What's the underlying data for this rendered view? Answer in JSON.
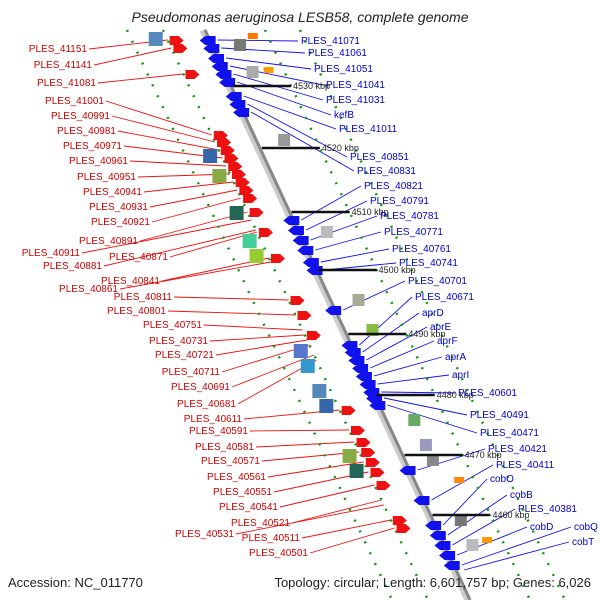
{
  "title": "Pseudomonas aeruginosa LESB58, complete genome",
  "footer": {
    "accession": "Accession: NC_011770",
    "summary": "Topology: circular; Length: 6,601,757 bp; Genes: 6,026"
  },
  "colors": {
    "forward": "#ee1111",
    "reverse": "#1111ee",
    "backbone": "#888888",
    "dots": "#119911",
    "label_left": "#cc0000",
    "label_right": "#0000cc"
  },
  "ticks": [
    "4530 kbp",
    "4520 kbp",
    "4510 kbp",
    "4500 kbp",
    "4490 kbp",
    "4480 kbp",
    "4470 kbp",
    "4460 kbp"
  ],
  "left_labels": [
    "PLES_41151",
    "PLES_41141",
    "PLES_41081",
    "PLES_41001",
    "PLES_40991",
    "PLES_40981",
    "PLES_40971",
    "PLES_40961",
    "PLES_40951",
    "PLES_40941",
    "PLES_40931",
    "PLES_40921",
    "PLES_40891",
    "PLES_40911",
    "PLES_40871",
    "PLES_40881",
    "PLES_40841",
    "PLES_40861",
    "PLES_40811",
    "PLES_40801",
    "PLES_40751",
    "PLES_40731",
    "PLES_40721",
    "PLES_40711",
    "PLES_40691",
    "PLES_40681",
    "PLES_40611",
    "PLES_40591",
    "PLES_40581",
    "PLES_40571",
    "PLES_40561",
    "PLES_40551",
    "PLES_40541",
    "PLES_40521",
    "PLES_40531",
    "PLES_40511",
    "PLES_40501"
  ],
  "right_labels": [
    "PLES_41071",
    "PLES_41061",
    "PLES_41051",
    "PLES_41041",
    "PLES_41031",
    "kefB",
    "PLES_41011",
    "PLES_40851",
    "PLES_40831",
    "PLES_40821",
    "PLES_40791",
    "PLES_40781",
    "PLES_40771",
    "PLES_40761",
    "PLES_40741",
    "PLES_40701",
    "PLES_40671",
    "aprD",
    "aprE",
    "aprF",
    "aprA",
    "aprI",
    "PLES_40601",
    "PLES_40491",
    "PLES_40471",
    "PLES_40421",
    "PLES_40411",
    "cobO",
    "cobB",
    "PLES_40381",
    "cobD",
    "cobQ",
    "cobT"
  ]
}
